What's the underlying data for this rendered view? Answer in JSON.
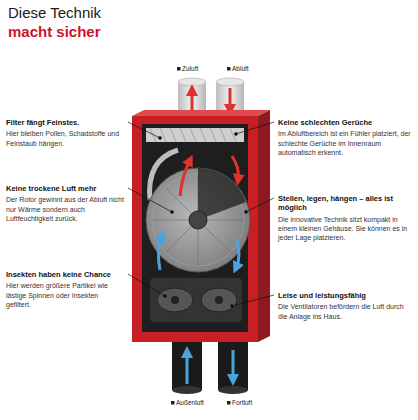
{
  "diagram": {
    "title": "Diese Technik macht sicher",
    "labels": [
      "Zuluft",
      "Abluft",
      "Filter fängt Feinstes.",
      "Hier bleiben Pollen, Schadstoffe und Feinstaub hängen.",
      "Keine trockene Luft mehr",
      "Der Rotor gewinnt aus der Abluft nicht nur Wärme sondern auch Luftfeuchtigkeit zurück.",
      "Insekten haben keine Chance",
      "Hier werden größere Partikel wie lästige Spinnen oder Insekten gefiltert.",
      "Keine schlechten Gerüche",
      "Im Abluftbereich ist ein Fühler platziert, der schlechte Gerüche im Innenraum automatisch erkennt.",
      "Stellen, legen, hängen – alles ist möglich",
      "Die innovative Technik sitzt kompakt in einem kleinen Gehäuse. Sie können es in jeder Lage platzieren.",
      "Leise und leistungsfähig",
      "Die Ventilatoren befördern die Luft durch die Anlage ins Haus.",
      "Außenluft",
      "Fortluft"
    ]
  }
}
